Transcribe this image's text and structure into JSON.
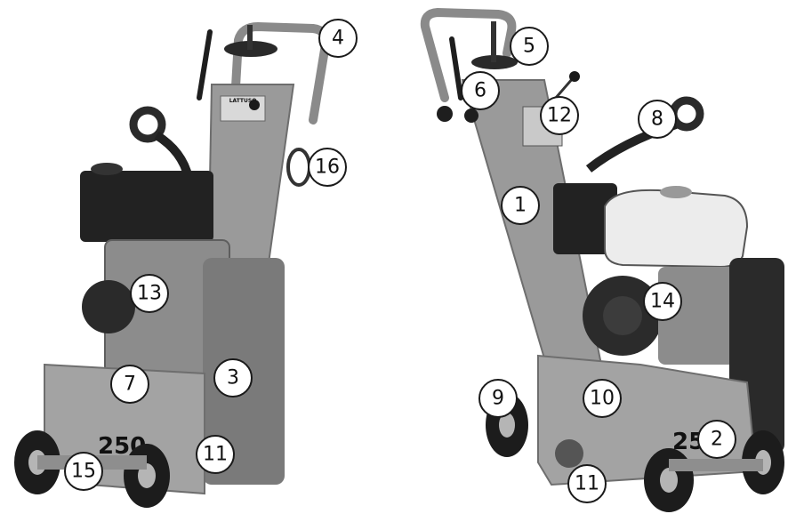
{
  "image": {
    "colors": {
      "frame": "#9a9a9a",
      "frame_dark": "#6e6e6e",
      "engine_block": "#8c8c8c",
      "tank_black": "#222222",
      "tank_white": "#ececec",
      "tire": "#1c1c1c",
      "rim": "#b5b5b5"
    },
    "left_machine": {
      "model_decal": "250",
      "nameplate_text": "LATTUSO"
    },
    "right_machine": {
      "model_decal": "25"
    },
    "callouts": [
      {
        "id": "c4",
        "label": "4"
      },
      {
        "id": "c16",
        "label": "16"
      },
      {
        "id": "c13",
        "label": "13"
      },
      {
        "id": "c3",
        "label": "3"
      },
      {
        "id": "c7",
        "label": "7"
      },
      {
        "id": "c11a",
        "label": "11"
      },
      {
        "id": "c15",
        "label": "15"
      },
      {
        "id": "c5",
        "label": "5"
      },
      {
        "id": "c6",
        "label": "6"
      },
      {
        "id": "c12",
        "label": "12"
      },
      {
        "id": "c8",
        "label": "8"
      },
      {
        "id": "c1",
        "label": "1"
      },
      {
        "id": "c14",
        "label": "14"
      },
      {
        "id": "c9",
        "label": "9"
      },
      {
        "id": "c10",
        "label": "10"
      },
      {
        "id": "c2",
        "label": "2"
      },
      {
        "id": "c11b",
        "label": "11"
      }
    ]
  }
}
